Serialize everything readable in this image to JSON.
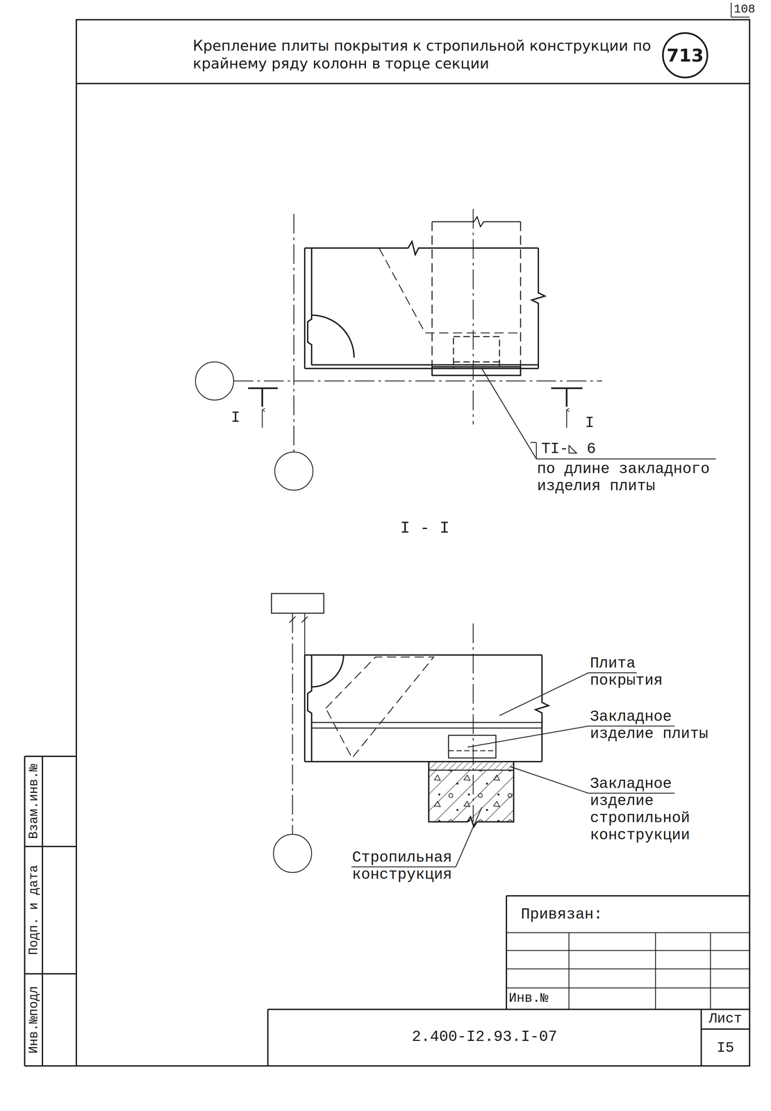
{
  "diagram": {
    "title": "Крепление плиты покрытия к стропильной конструкции по крайнему ряду колонн в торце секции",
    "nodes": [
      {
        "text": [
          "713"
        ]
      }
    ],
    "labels": [
      "108",
      "I",
      "I",
      "TI-◺ 6",
      "по длине закладного изделия плиты",
      "I - I",
      "Плита покрытия",
      "Закладное изделие плиты",
      "Закладное изделие стропильной конструкции",
      "Стропильная конструкция",
      "Привязан:",
      "Инв.№",
      "2.400-I2.93.I-07",
      "Лист",
      "I5",
      "Взам.инв.№",
      "Подп. и дата",
      "Инв.№подл"
    ]
  }
}
